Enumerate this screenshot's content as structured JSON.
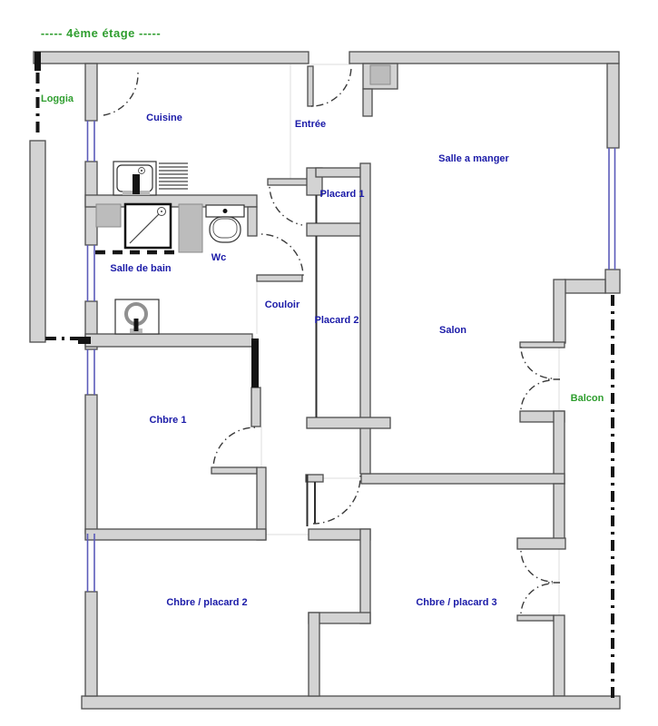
{
  "title": "-----  4ème étage  -----",
  "rooms": {
    "loggia": "Loggia",
    "cuisine": "Cuisine",
    "entree": "Entrée",
    "salle_a_manger": "Salle a manger",
    "placard1": "Placard 1",
    "placard2": "Placard 2",
    "salon": "Salon",
    "wc": "Wc",
    "salle_de_bain": "Salle de bain",
    "couloir": "Couloir",
    "chbre1": "Chbre 1",
    "balcon": "Balcon",
    "chbre_placard2": "Chbre / placard 2",
    "chbre_placard3": "Chbre / placard 3"
  },
  "colors": {
    "room_label_blue": "#1b1ba8",
    "zone_label_green": "#2f9e2f",
    "wall_fill": "#d3d3d3",
    "wall_stroke": "#4d4d4d",
    "column_fill": "#bcbcbc",
    "window_blue": "#5b5bba",
    "line_black": "#151515",
    "background": "#ffffff"
  }
}
